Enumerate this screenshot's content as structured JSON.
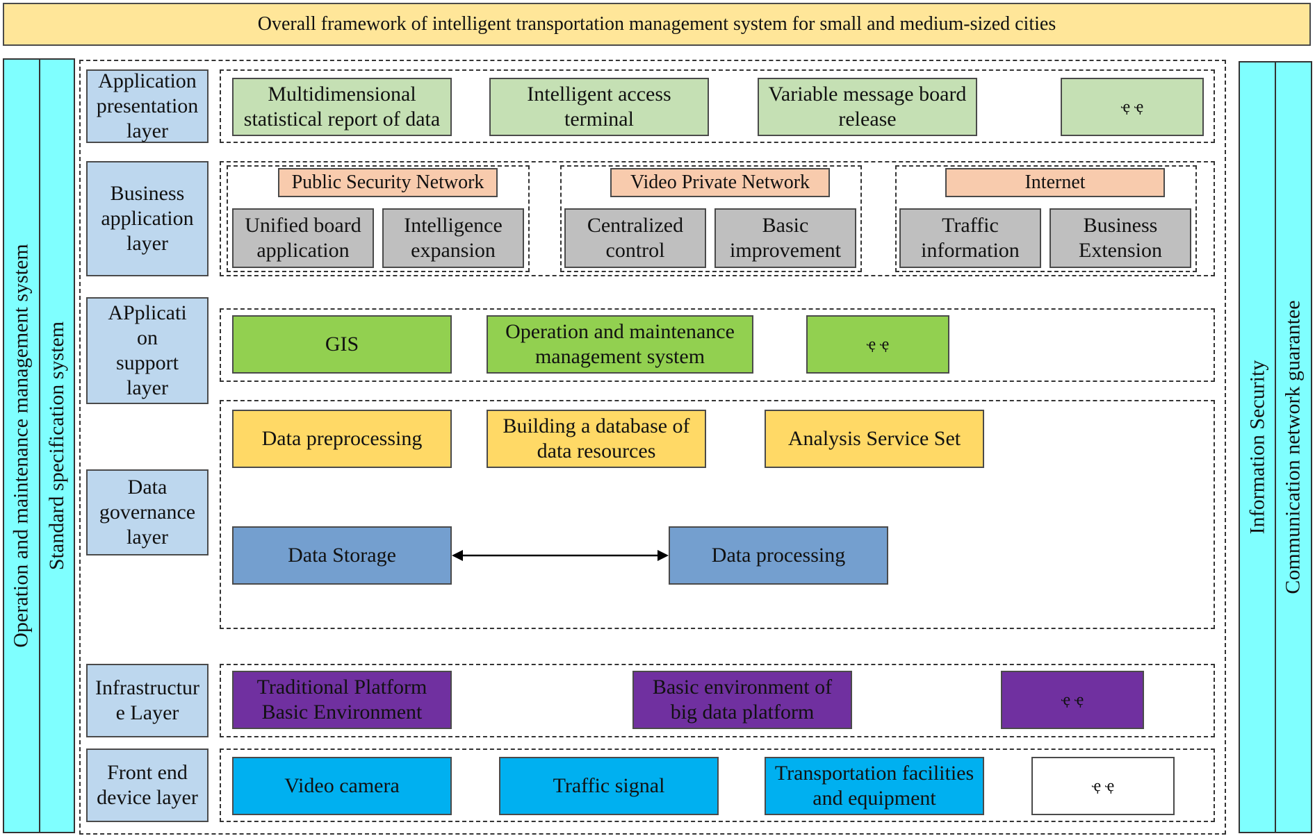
{
  "title": "Overall framework of intelligent transportation management system for small and medium-sized cities",
  "left_bars": {
    "outer": "Operation and maintenance management system",
    "inner": "Standard specification system"
  },
  "right_bars": {
    "inner": "Information Security",
    "outer": "Communication network guarantee"
  },
  "layers": {
    "application_presentation": "Application\npresentation\nlayer",
    "business_application": "Business\napplication\nlayer",
    "application_support": "APplicati\non\nsupport\nlayer",
    "data_governance": "Data\ngovernance\nlayer",
    "infrastructure": "Infrastructur\ne Layer",
    "front_end": "Front end\ndevice layer"
  },
  "presentation": {
    "items": [
      "Multidimensional\nstatistical report of data",
      "Intelligent access\nterminal",
      "Variable message board\nrelease",
      "ҿ ҿ"
    ]
  },
  "business": {
    "groups": [
      {
        "network": "Public Security Network",
        "items": [
          "Unified board\napplication",
          "Intelligence\nexpansion"
        ]
      },
      {
        "network": "Video Private Network",
        "items": [
          "Centralized\ncontrol",
          "Basic\nimprovement"
        ]
      },
      {
        "network": "Internet",
        "items": [
          "Traffic\ninformation",
          "Business\nExtension"
        ]
      }
    ]
  },
  "support": {
    "items": [
      "GIS",
      "Operation and maintenance\nmanagement system",
      "ҿ ҿ"
    ]
  },
  "governance": {
    "top_items": [
      "Data preprocessing",
      "Building a database of\ndata resources",
      "Analysis Service Set"
    ],
    "storage": "Data Storage",
    "processing": "Data processing"
  },
  "infrastructure": {
    "items": [
      "Traditional Platform\nBasic Environment",
      "Basic environment of\nbig data platform",
      "ҿ ҿ"
    ]
  },
  "front_end": {
    "items": [
      "Video camera",
      "Traffic signal",
      "Transportation facilities\nand equipment",
      "ҿ ҿ"
    ]
  },
  "colors": {
    "title_bg": "#ffe699",
    "side_bar": "#7fffff",
    "layer_label": "#bdd7ee",
    "presentation": "#c5e0b4",
    "business": "#bfbfbf",
    "network": "#f8cbad",
    "support": "#92d050",
    "governance_top": "#ffd966",
    "governance_bottom": "#749fcf",
    "infrastructure": "#7030a0",
    "front_end": "#00b0f0"
  }
}
